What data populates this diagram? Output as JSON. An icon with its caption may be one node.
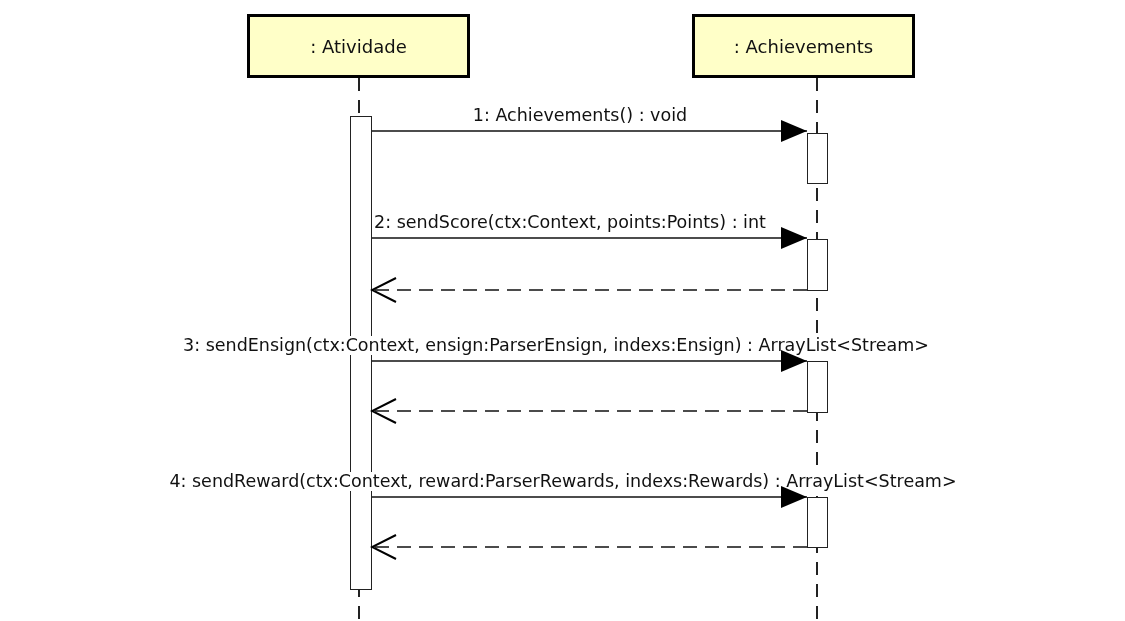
{
  "diagram": {
    "nodes": [
      {
        "text": [
          ": Atividade"
        ]
      },
      {
        "text": [
          ": Achievements"
        ]
      },
      {
        "text": [],
        "shape": "bar"
      },
      {
        "text": [],
        "shape": "bar"
      },
      {
        "text": [],
        "shape": "bar"
      },
      {
        "text": [],
        "shape": "bar"
      },
      {
        "text": [],
        "shape": "bar"
      }
    ],
    "edges": [
      {
        "from": 2,
        "to": 3,
        "arrow": "to",
        "label": "1: Achievements() : void"
      },
      {
        "from": 2,
        "to": 4,
        "arrow": "to",
        "label": "2: sendScore(ctx:Context, points:Points) : int"
      },
      {
        "from": 4,
        "to": 2,
        "arrow": "to",
        "style": "dashed"
      },
      {
        "from": 2,
        "to": 5,
        "arrow": "to",
        "label": "3: sendEnsign(ctx:Context, ensign:ParserEnsign, indexs:Ensign) : ArrayList<Stream>"
      },
      {
        "from": 5,
        "to": 2,
        "arrow": "to",
        "style": "dashed"
      },
      {
        "from": 2,
        "to": 6,
        "arrow": "to",
        "label": "4: sendReward(ctx:Context, reward:ParserRewards, indexs:Rewards) : ArrayList<Stream>"
      },
      {
        "from": 6,
        "to": 2,
        "arrow": "to",
        "style": "dashed"
      }
    ]
  }
}
